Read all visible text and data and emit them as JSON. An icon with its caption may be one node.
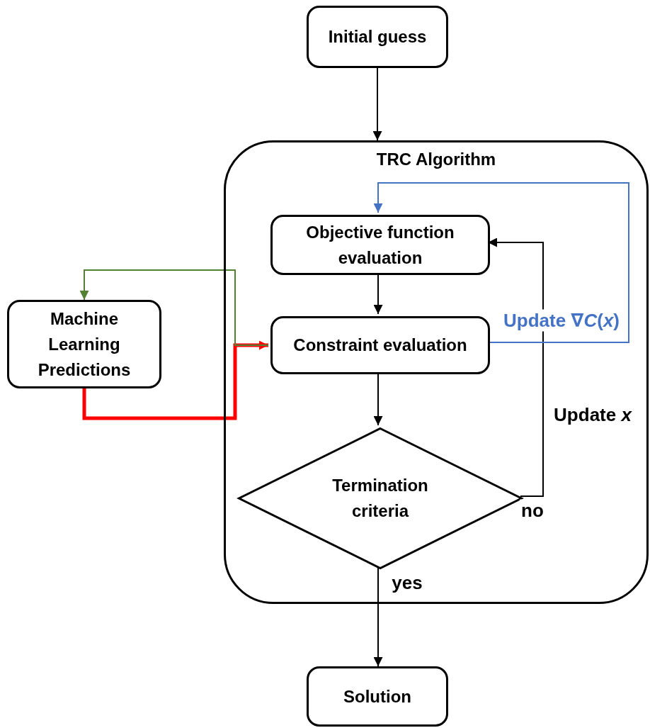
{
  "diagram": {
    "nodes": [
      {
        "text": [
          "Initial guess"
        ]
      },
      {
        "text": [
          "TRC Algorithm"
        ]
      },
      {
        "text": [
          "Objective function evaluation"
        ],
        "in": 1
      },
      {
        "text": [
          "Constraint evaluation"
        ],
        "in": 1
      },
      {
        "text": [
          "Termination criteria"
        ],
        "in": 1
      },
      {
        "text": [
          "Machine Learning Predictions"
        ]
      },
      {
        "text": [
          "Solution"
        ]
      }
    ],
    "edges": [
      {
        "from": 0,
        "to": 1,
        "arrow": "to"
      },
      {
        "from": 2,
        "to": 3,
        "arrow": "to"
      },
      {
        "from": 3,
        "to": 4,
        "arrow": "to"
      },
      {
        "from": 4,
        "to": 2,
        "arrow": "to",
        "label": "no"
      },
      {
        "from": 3,
        "to": 2,
        "arrow": "to",
        "label": "Update ∇*C*(*x*)",
        "color": "#4472c4"
      },
      {
        "from": 5,
        "to": 3,
        "arrow": "to",
        "style": "thick",
        "color": "#ff0000"
      },
      {
        "from": 3,
        "to": 5,
        "arrow": "to",
        "color": "#548235"
      },
      {
        "from": 4,
        "to": 6,
        "arrow": "to",
        "label": "yes"
      }
    ],
    "labels": [
      "Update *x*"
    ]
  }
}
